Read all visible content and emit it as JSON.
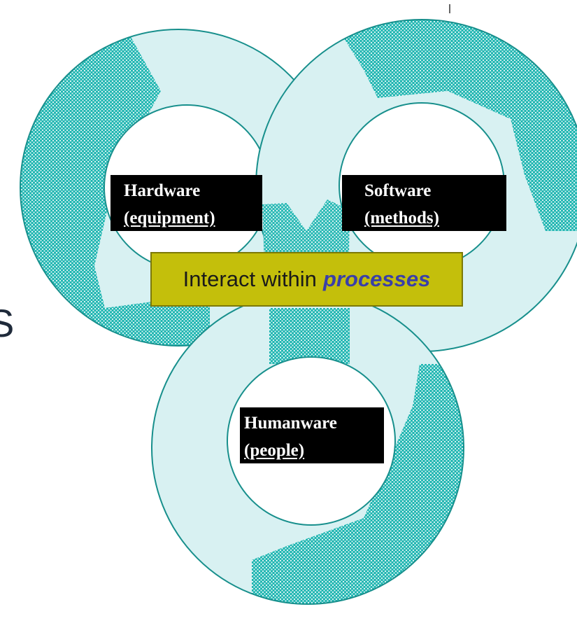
{
  "diagram": {
    "nodes": [
      {
        "id": "hardware",
        "lines": [
          "Hardware",
          "(equipment)"
        ]
      },
      {
        "id": "software",
        "lines": [
          "Software",
          "(methods)"
        ]
      },
      {
        "id": "humanware",
        "lines": [
          "Humanware",
          "(people)"
        ]
      }
    ],
    "center_label": {
      "prefix": "Interact within",
      "emphasis": "processes"
    },
    "left_edge_glyph": "S"
  },
  "colors": {
    "ring_fill": "#d8f1f2",
    "pattern_teal": "#1fb6b1",
    "outline": "#178f8c",
    "label_bg": "#000000",
    "label_text": "#ffffff",
    "center_box_fill": "#c4bf0b",
    "emphasis_text": "#3a3fa8"
  }
}
